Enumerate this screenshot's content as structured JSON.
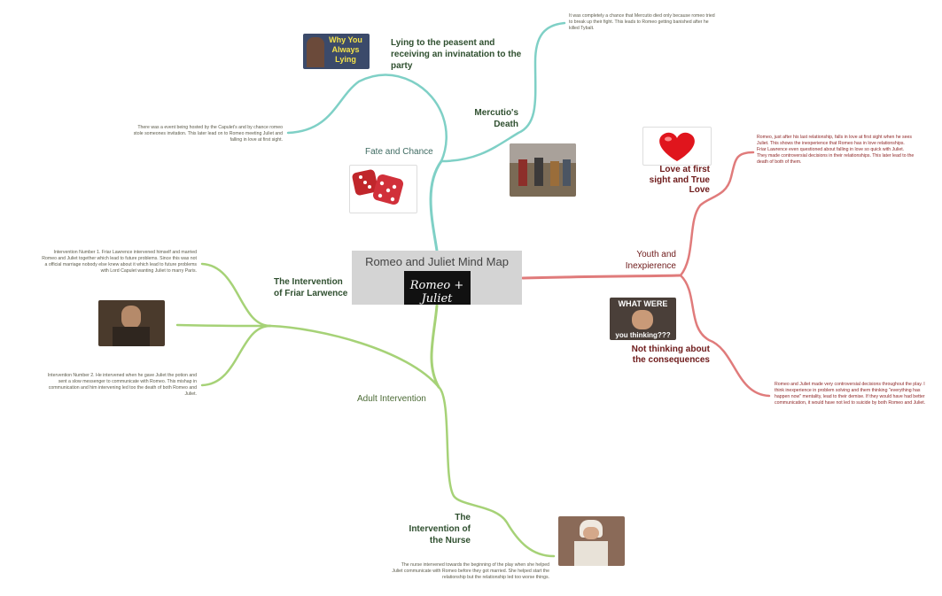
{
  "central": {
    "title": "Romeo and Juliet Mind Map",
    "logo_text": "Romeo + Juliet"
  },
  "colors": {
    "teal": "#7fd0c6",
    "red": "#e07b7b",
    "green": "#a6d277",
    "central_bg": "#d4d4d4"
  },
  "nodes": {
    "fate": "Fate and Chance",
    "lying": "Lying to the peasent and receiving an invinatation to the party",
    "lying_meme": "Why You Always Lying",
    "lying_note": "There was a event being hosted by the Capulet's and by chance romeo stole someones invitation. This later lead on to Romeo meeting Juliet and falling in love at first sight.",
    "mercutio": "Mercutio's Death",
    "mercutio_note": "It was completely a chance that Mercutio died only because romeo tried to break up their fight. This leads to Romeo getting banished after he killed Tybalt.",
    "youth": "Youth and Inexpierence",
    "love": "Love at first sight and True Love",
    "love_note": "Romeo, just after his last relationship, falls in love at first sight when he sees Juliet. This shows the inexperience that Romeo has in love relationships. Friar Lawrence even questioned about falling in love so quick with Juliet. They made controversial decisions in their relationships. This later lead to the death of both of them.",
    "thinking": "Not thinking about the consequences",
    "thinking_meme_1": "WHAT WERE",
    "thinking_meme_2": "you thinking???",
    "thinking_note": "Romeo and Juliet made very controversial decisions throughout the play. I think inexperience in problem solving and them thinking \"everything has happen now\" mentality, lead to their demise. If they would have had better communication, it would have not led to suicide by both Romeo and Juliet.",
    "adult": "Adult Intervention",
    "friar": "The Intervention of Friar Larwence",
    "friar_note_1": "Intervention Number 1. Friar Lawrence intervened himself and married Romeo and Juliet together which lead to future problems. Since this was not a official marriage nobody else knew about it which lead to future problems with Lord Capulet wanting Juliet to marry Paris.",
    "friar_note_2": "Intervention Number 2. He intervened when he gave Juliet the potion and sent a slow messenger to communicate with Romeo. This mishap in communication and him intervening led too the death of both Romeo and Juliet.",
    "nurse": "The Intervention of the Nurse",
    "nurse_note": "The nurse intervened towards the beginning of the play when she helped Juliet communicate with Romeo before they got married. She helped start the relationship but the relationship led too worse things."
  }
}
